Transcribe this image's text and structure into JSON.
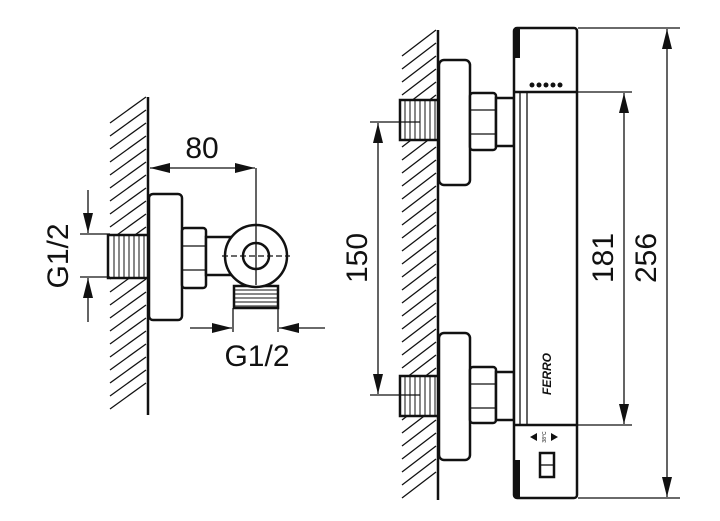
{
  "drawing": {
    "side_view": {
      "depth_label": "80",
      "inlet_thread_label": "G1/2",
      "outlet_thread_label": "G1/2"
    },
    "front_view": {
      "inlet_spacing_label": "150",
      "body_length_label": "181",
      "overall_height_label": "256",
      "brand_label": "FERRO",
      "temperature_label": "38°C"
    }
  }
}
